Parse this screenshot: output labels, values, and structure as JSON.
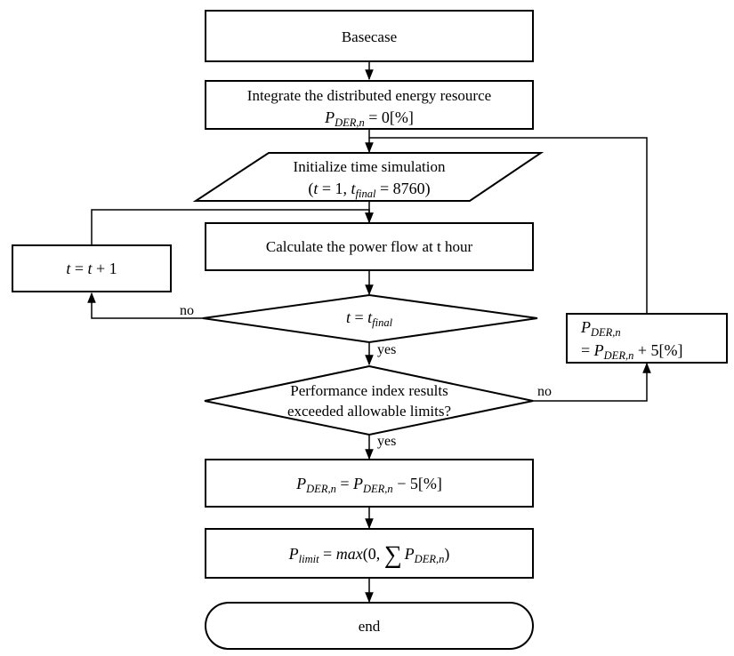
{
  "nodes": {
    "basecase": {
      "label": "Basecase"
    },
    "integrate": {
      "line1": "Integrate the distributed energy resource",
      "p": "P",
      "p_sub": "DER,n",
      "rest": " = 0[%]"
    },
    "init": {
      "line1": "Initialize time simulation",
      "open": "(",
      "t": "t",
      "eq1": " = 1, ",
      "t2": "t",
      "t2_sub": "final",
      "eq2": " = 8760)"
    },
    "calc": {
      "label": "Calculate the power flow at t hour"
    },
    "increment": {
      "lhs": "t",
      "eq": " = ",
      "rhs": "t",
      "plus": " + 1"
    },
    "time_check": {
      "t": "t",
      "eq": " = ",
      "t2": "t",
      "t2_sub": "final"
    },
    "perf_check": {
      "line1": "Performance index results",
      "line2": "exceeded allowable limits?"
    },
    "increase": {
      "p": "P",
      "p_sub": "DER,n",
      "eq": "= ",
      "p2": "P",
      "p2_sub": "DER,n",
      "rest": " + 5[%]"
    },
    "decrease": {
      "p": "P",
      "p_sub": "DER,n",
      "eq": " = ",
      "p2": "P",
      "p2_sub": "DER,n",
      "rest": " − 5[%]"
    },
    "limit": {
      "p": "P",
      "p_sub": "limit",
      "eq": " = ",
      "fn": "max",
      "args": "(0, ",
      "sum": "∑",
      "p2": "P",
      "p2_sub": "DER,n",
      "close": ")"
    },
    "end": {
      "label": "end"
    }
  },
  "edges": {
    "time_no": "no",
    "time_yes": "yes",
    "perf_no": "no",
    "perf_yes": "yes"
  }
}
